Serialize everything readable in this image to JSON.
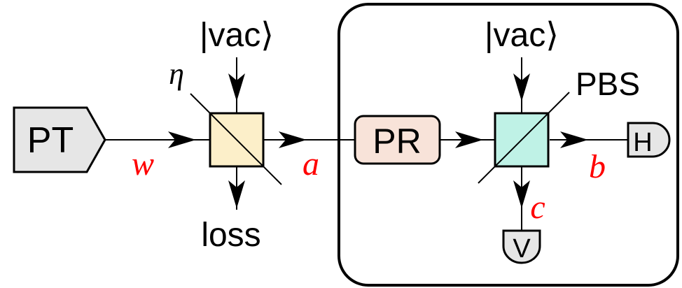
{
  "source": {
    "label": "PT"
  },
  "modes": {
    "w": "w",
    "a": "a",
    "b": "b",
    "c": "c"
  },
  "beamsplitter": {
    "symbol": "η",
    "vacuum": "|vac⟩",
    "output": "loss"
  },
  "box": {
    "vacuum": "|vac⟩",
    "rotator": "PR",
    "pbs": "PBS",
    "detector_h": "H",
    "detector_v": "V"
  },
  "colors": {
    "bs_fill": "#fcefc9",
    "pr_fill": "#f8e3d9",
    "pbs_fill": "#bff2e6",
    "source_fill": "#e6e6e6",
    "detector_fill": "#e6e6e6",
    "mode_label": "#ff0000"
  }
}
